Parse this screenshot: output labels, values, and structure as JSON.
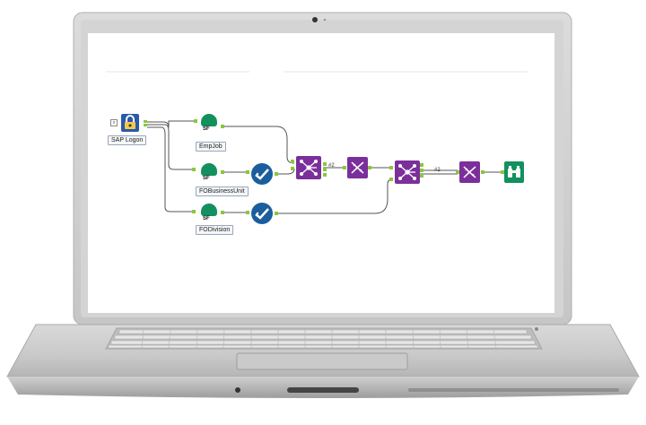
{
  "colors": {
    "tool_purple": "#7b2f9b",
    "tool_blue": "#1b5e9e",
    "tool_green": "#12915f",
    "anchor_green": "#8cc63f",
    "connection": "#555555",
    "sap_blue": "#2a5aa8"
  },
  "workflow": {
    "nodes": {
      "sap_logon": {
        "label": "SAP Logon",
        "icon": "lock-icon"
      },
      "empjob": {
        "label": "EmpJob",
        "badge": "SF",
        "icon": "successfactors-input-icon"
      },
      "fobusinessunit": {
        "label": "FOBusinessUnit",
        "badge": "SF",
        "icon": "successfactors-input-icon"
      },
      "fodivision": {
        "label": "FODivision",
        "badge": "SF",
        "icon": "successfactors-input-icon"
      },
      "select_1": {
        "icon": "select-check-icon"
      },
      "select_2": {
        "icon": "select-check-icon"
      },
      "join_1": {
        "icon": "join-icon"
      },
      "sort_1": {
        "icon": "sort-icon"
      },
      "join_2": {
        "icon": "join-icon"
      },
      "sort_2": {
        "icon": "sort-icon"
      },
      "browse": {
        "icon": "binoculars-icon"
      }
    },
    "connections": {
      "join1_to_sort1": "#2",
      "join2_to_sort2": "#2"
    }
  }
}
